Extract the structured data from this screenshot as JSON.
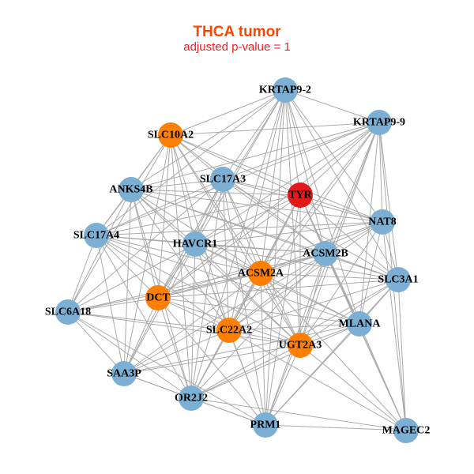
{
  "title": "THCA tumor",
  "subtitle": "adjusted p-value = 1",
  "colors": {
    "blue": "#7BAFD4",
    "orange": "#FF7F00",
    "red": "#E31A1C",
    "edge": "#AAAAAA"
  },
  "nodes": [
    {
      "label": "KRTAP9-2",
      "group": "blue"
    },
    {
      "label": "KRTAP9-9",
      "group": "blue"
    },
    {
      "label": "SLC10A2",
      "group": "orange"
    },
    {
      "label": "SLC17A3",
      "group": "blue"
    },
    {
      "label": "TYR",
      "group": "red"
    },
    {
      "label": "ANKS4B",
      "group": "blue"
    },
    {
      "label": "NAT8",
      "group": "blue"
    },
    {
      "label": "SLC17A4",
      "group": "blue"
    },
    {
      "label": "HAVCR1",
      "group": "blue"
    },
    {
      "label": "ACSM2B",
      "group": "blue"
    },
    {
      "label": "ACSM2A",
      "group": "orange"
    },
    {
      "label": "SLC3A1",
      "group": "blue"
    },
    {
      "label": "DCT",
      "group": "orange"
    },
    {
      "label": "SLC6A18",
      "group": "blue"
    },
    {
      "label": "MLANA",
      "group": "blue"
    },
    {
      "label": "SLC22A2",
      "group": "orange"
    },
    {
      "label": "UGT2A3",
      "group": "orange"
    },
    {
      "label": "SAA3P",
      "group": "blue"
    },
    {
      "label": "OR2J2",
      "group": "blue"
    },
    {
      "label": "PRM1",
      "group": "blue"
    },
    {
      "label": "MAGEC2",
      "group": "blue"
    }
  ],
  "edges": [
    [
      0,
      1
    ],
    [
      0,
      2
    ],
    [
      0,
      3
    ],
    [
      0,
      4
    ],
    [
      0,
      5
    ],
    [
      0,
      6
    ],
    [
      0,
      8
    ],
    [
      0,
      9
    ],
    [
      0,
      10
    ],
    [
      0,
      11
    ],
    [
      0,
      12
    ],
    [
      0,
      14
    ],
    [
      0,
      15
    ],
    [
      0,
      16
    ],
    [
      0,
      18
    ],
    [
      0,
      19
    ],
    [
      0,
      7
    ],
    [
      1,
      2
    ],
    [
      1,
      3
    ],
    [
      1,
      4
    ],
    [
      1,
      6
    ],
    [
      1,
      8
    ],
    [
      1,
      9
    ],
    [
      1,
      10
    ],
    [
      1,
      11
    ],
    [
      1,
      12
    ],
    [
      1,
      14
    ],
    [
      1,
      15
    ],
    [
      1,
      16
    ],
    [
      1,
      19
    ],
    [
      1,
      20
    ],
    [
      1,
      5
    ],
    [
      1,
      7
    ],
    [
      2,
      3
    ],
    [
      2,
      4
    ],
    [
      2,
      5
    ],
    [
      2,
      7
    ],
    [
      2,
      8
    ],
    [
      2,
      9
    ],
    [
      2,
      10
    ],
    [
      2,
      12
    ],
    [
      2,
      13
    ],
    [
      2,
      15
    ],
    [
      2,
      16
    ],
    [
      2,
      17
    ],
    [
      2,
      18
    ],
    [
      2,
      6
    ],
    [
      3,
      4
    ],
    [
      3,
      5
    ],
    [
      3,
      7
    ],
    [
      3,
      8
    ],
    [
      3,
      9
    ],
    [
      3,
      10
    ],
    [
      3,
      12
    ],
    [
      3,
      13
    ],
    [
      3,
      15
    ],
    [
      3,
      16
    ],
    [
      3,
      17
    ],
    [
      3,
      18
    ],
    [
      3,
      19
    ],
    [
      3,
      6
    ],
    [
      3,
      11
    ],
    [
      4,
      5
    ],
    [
      4,
      6
    ],
    [
      4,
      8
    ],
    [
      4,
      9
    ],
    [
      4,
      10
    ],
    [
      4,
      11
    ],
    [
      4,
      12
    ],
    [
      4,
      14
    ],
    [
      4,
      15
    ],
    [
      4,
      16
    ],
    [
      4,
      18
    ],
    [
      4,
      19
    ],
    [
      4,
      20
    ],
    [
      4,
      7
    ],
    [
      5,
      6
    ],
    [
      5,
      7
    ],
    [
      5,
      8
    ],
    [
      5,
      9
    ],
    [
      5,
      10
    ],
    [
      5,
      12
    ],
    [
      5,
      13
    ],
    [
      5,
      15
    ],
    [
      5,
      16
    ],
    [
      5,
      17
    ],
    [
      5,
      18
    ],
    [
      5,
      11
    ],
    [
      6,
      8
    ],
    [
      6,
      9
    ],
    [
      6,
      10
    ],
    [
      6,
      11
    ],
    [
      6,
      12
    ],
    [
      6,
      14
    ],
    [
      6,
      15
    ],
    [
      6,
      16
    ],
    [
      6,
      20
    ],
    [
      6,
      7
    ],
    [
      7,
      8
    ],
    [
      7,
      9
    ],
    [
      7,
      10
    ],
    [
      7,
      12
    ],
    [
      7,
      13
    ],
    [
      7,
      15
    ],
    [
      7,
      16
    ],
    [
      7,
      17
    ],
    [
      7,
      18
    ],
    [
      7,
      14
    ],
    [
      8,
      9
    ],
    [
      8,
      10
    ],
    [
      8,
      11
    ],
    [
      8,
      12
    ],
    [
      8,
      13
    ],
    [
      8,
      14
    ],
    [
      8,
      15
    ],
    [
      8,
      16
    ],
    [
      8,
      17
    ],
    [
      8,
      18
    ],
    [
      8,
      19
    ],
    [
      9,
      10
    ],
    [
      9,
      11
    ],
    [
      9,
      12
    ],
    [
      9,
      14
    ],
    [
      9,
      15
    ],
    [
      9,
      16
    ],
    [
      9,
      17
    ],
    [
      9,
      18
    ],
    [
      9,
      19
    ],
    [
      9,
      20
    ],
    [
      9,
      13
    ],
    [
      10,
      11
    ],
    [
      10,
      12
    ],
    [
      10,
      13
    ],
    [
      10,
      14
    ],
    [
      10,
      15
    ],
    [
      10,
      16
    ],
    [
      10,
      17
    ],
    [
      10,
      18
    ],
    [
      10,
      19
    ],
    [
      10,
      20
    ],
    [
      11,
      12
    ],
    [
      11,
      14
    ],
    [
      11,
      15
    ],
    [
      11,
      16
    ],
    [
      11,
      18
    ],
    [
      11,
      19
    ],
    [
      11,
      20
    ],
    [
      12,
      13
    ],
    [
      12,
      14
    ],
    [
      12,
      15
    ],
    [
      12,
      16
    ],
    [
      12,
      17
    ],
    [
      12,
      18
    ],
    [
      12,
      19
    ],
    [
      13,
      15
    ],
    [
      13,
      17
    ],
    [
      13,
      18
    ],
    [
      13,
      19
    ],
    [
      13,
      16
    ],
    [
      14,
      15
    ],
    [
      14,
      16
    ],
    [
      14,
      17
    ],
    [
      14,
      18
    ],
    [
      14,
      19
    ],
    [
      14,
      20
    ],
    [
      15,
      16
    ],
    [
      15,
      17
    ],
    [
      15,
      18
    ],
    [
      15,
      19
    ],
    [
      15,
      20
    ],
    [
      16,
      17
    ],
    [
      16,
      18
    ],
    [
      16,
      19
    ],
    [
      16,
      20
    ],
    [
      17,
      18
    ],
    [
      17,
      19
    ],
    [
      18,
      19
    ],
    [
      18,
      20
    ],
    [
      19,
      20
    ]
  ]
}
